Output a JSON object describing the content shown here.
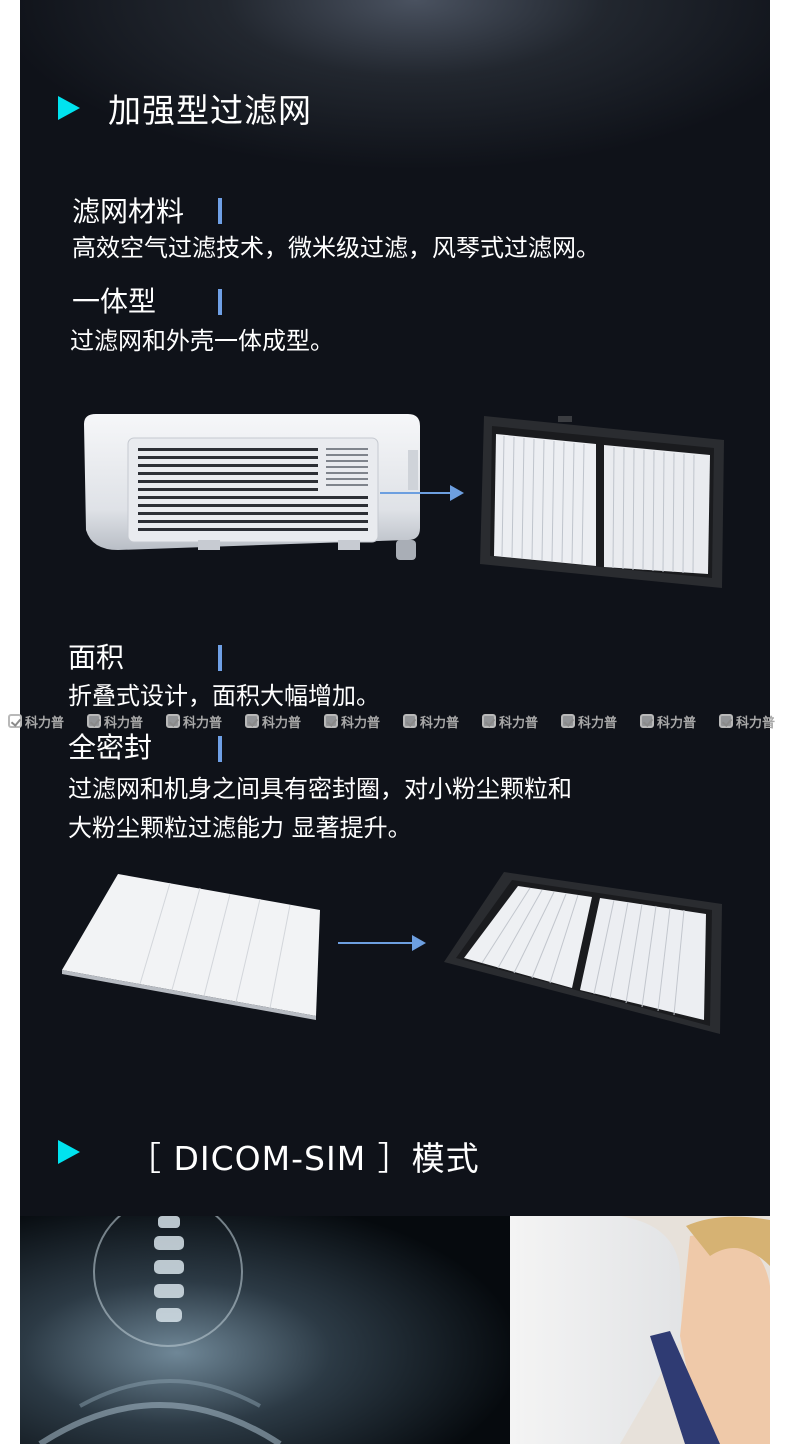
{
  "sections": [
    {
      "title": "加强型过滤网"
    },
    {
      "title": "［ DICOM-SIM ］模式"
    }
  ],
  "features": [
    {
      "title": "滤网材料",
      "lines": [
        "高效空气过滤技术，微米级过滤，风琴式过滤网。"
      ]
    },
    {
      "title": "一体型",
      "lines": [
        "过滤网和外壳一体成型。"
      ]
    },
    {
      "title": "面积",
      "lines": [
        "折叠式设计，面积大幅增加。"
      ]
    },
    {
      "title": "全密封",
      "lines": [
        "过滤网和机身之间具有密封圈，对小粉尘颗粒和",
        "大粉尘颗粒过滤能力 显著提升。"
      ]
    }
  ],
  "watermark": {
    "text": "科力普",
    "icon": "check-badge-icon",
    "repeat": 10
  },
  "colors": {
    "accent": "#00e3ef",
    "bar": "#6fa0e6",
    "arrow": "#6d9fe0",
    "background": "#0f1219"
  }
}
